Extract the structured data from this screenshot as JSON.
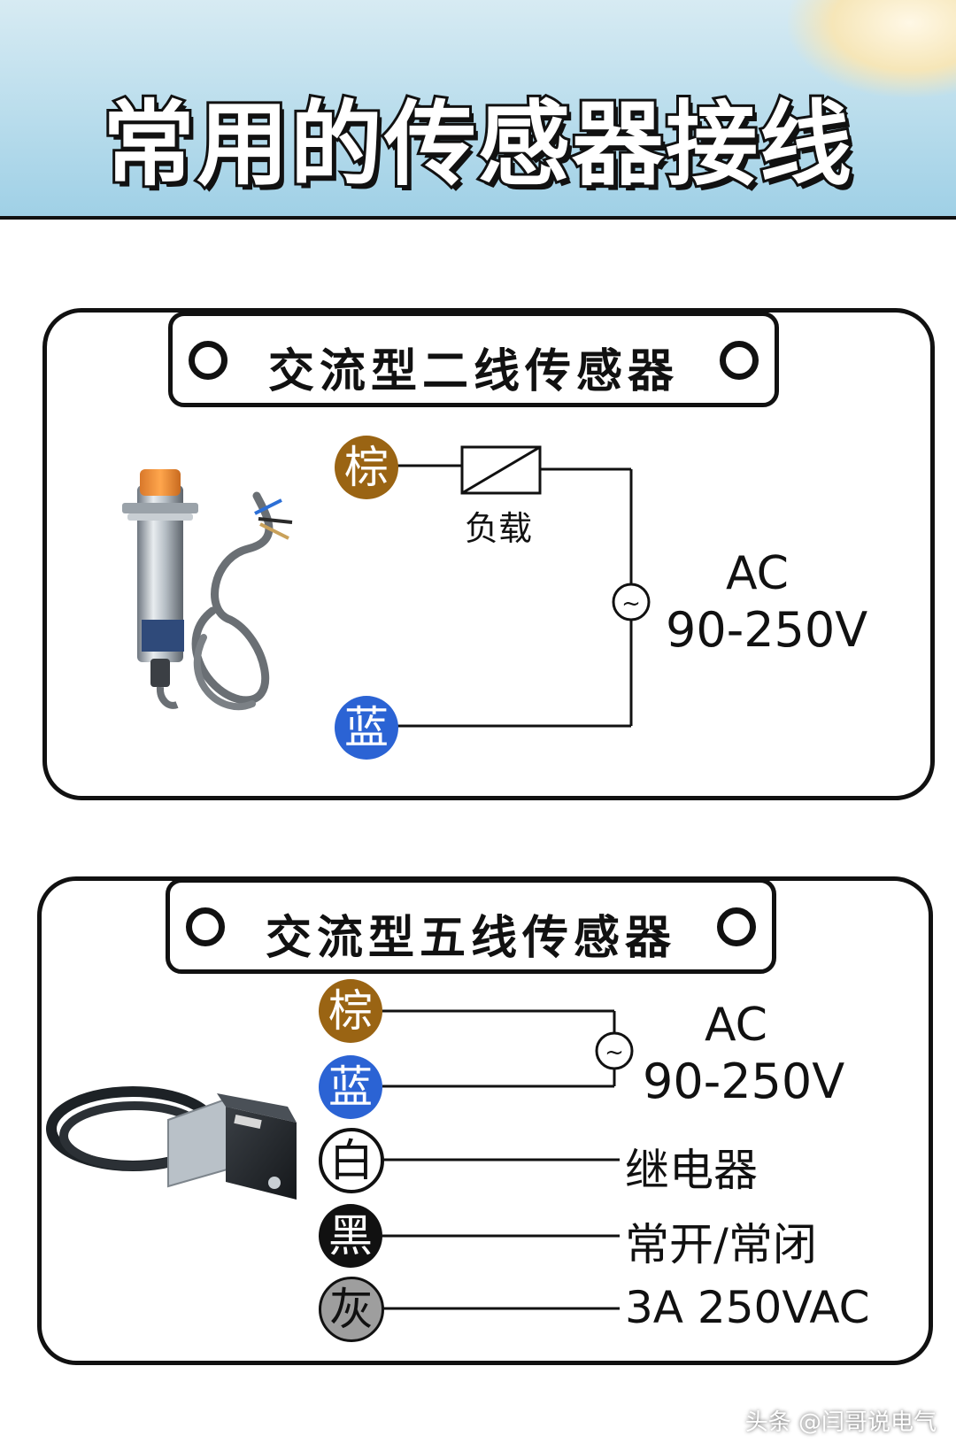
{
  "title": "常用的传感器接线",
  "sections": [
    {
      "title": "交流型二线传感器",
      "wires": [
        {
          "label": "棕",
          "color": "#9a6413"
        },
        {
          "label": "蓝",
          "color": "#2b63d4"
        }
      ],
      "load_label": "负载",
      "source_symbol": "~",
      "supply_line1": "AC",
      "supply_line2": "90-250V"
    },
    {
      "title": "交流型五线传感器",
      "wires": [
        {
          "label": "棕",
          "color": "#9a6413"
        },
        {
          "label": "蓝",
          "color": "#2b63d4"
        },
        {
          "label": "白",
          "color": "#ffffff"
        },
        {
          "label": "黑",
          "color": "#111111"
        },
        {
          "label": "灰",
          "color": "#9e9e9e"
        }
      ],
      "source_symbol": "~",
      "supply_line1": "AC",
      "supply_line2": "90-250V",
      "relay_lines": [
        "继电器",
        "常开/常闭",
        "3A 250VAC"
      ]
    }
  ],
  "watermark": "头条 @闫哥说电气",
  "colors": {
    "banner": "#9fd0e6",
    "outline": "#111111"
  }
}
